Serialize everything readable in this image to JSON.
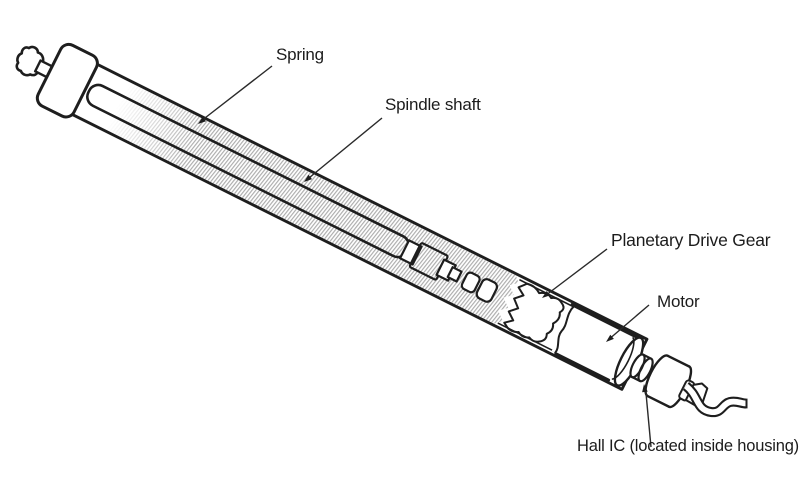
{
  "diagram": {
    "background_color": "#ffffff",
    "line_color": "#1e1e1e",
    "spring_hatch_color": "#a8a8a8",
    "labels": [
      {
        "id": "spring",
        "text": "Spring"
      },
      {
        "id": "spindle_shaft",
        "text": "Spindle shaft"
      },
      {
        "id": "planetary_drive_gear",
        "text": "Planetary Drive Gear"
      },
      {
        "id": "motor",
        "text": "Motor"
      },
      {
        "id": "hall_ic",
        "text": "Hall IC (located inside housing)"
      }
    ]
  }
}
